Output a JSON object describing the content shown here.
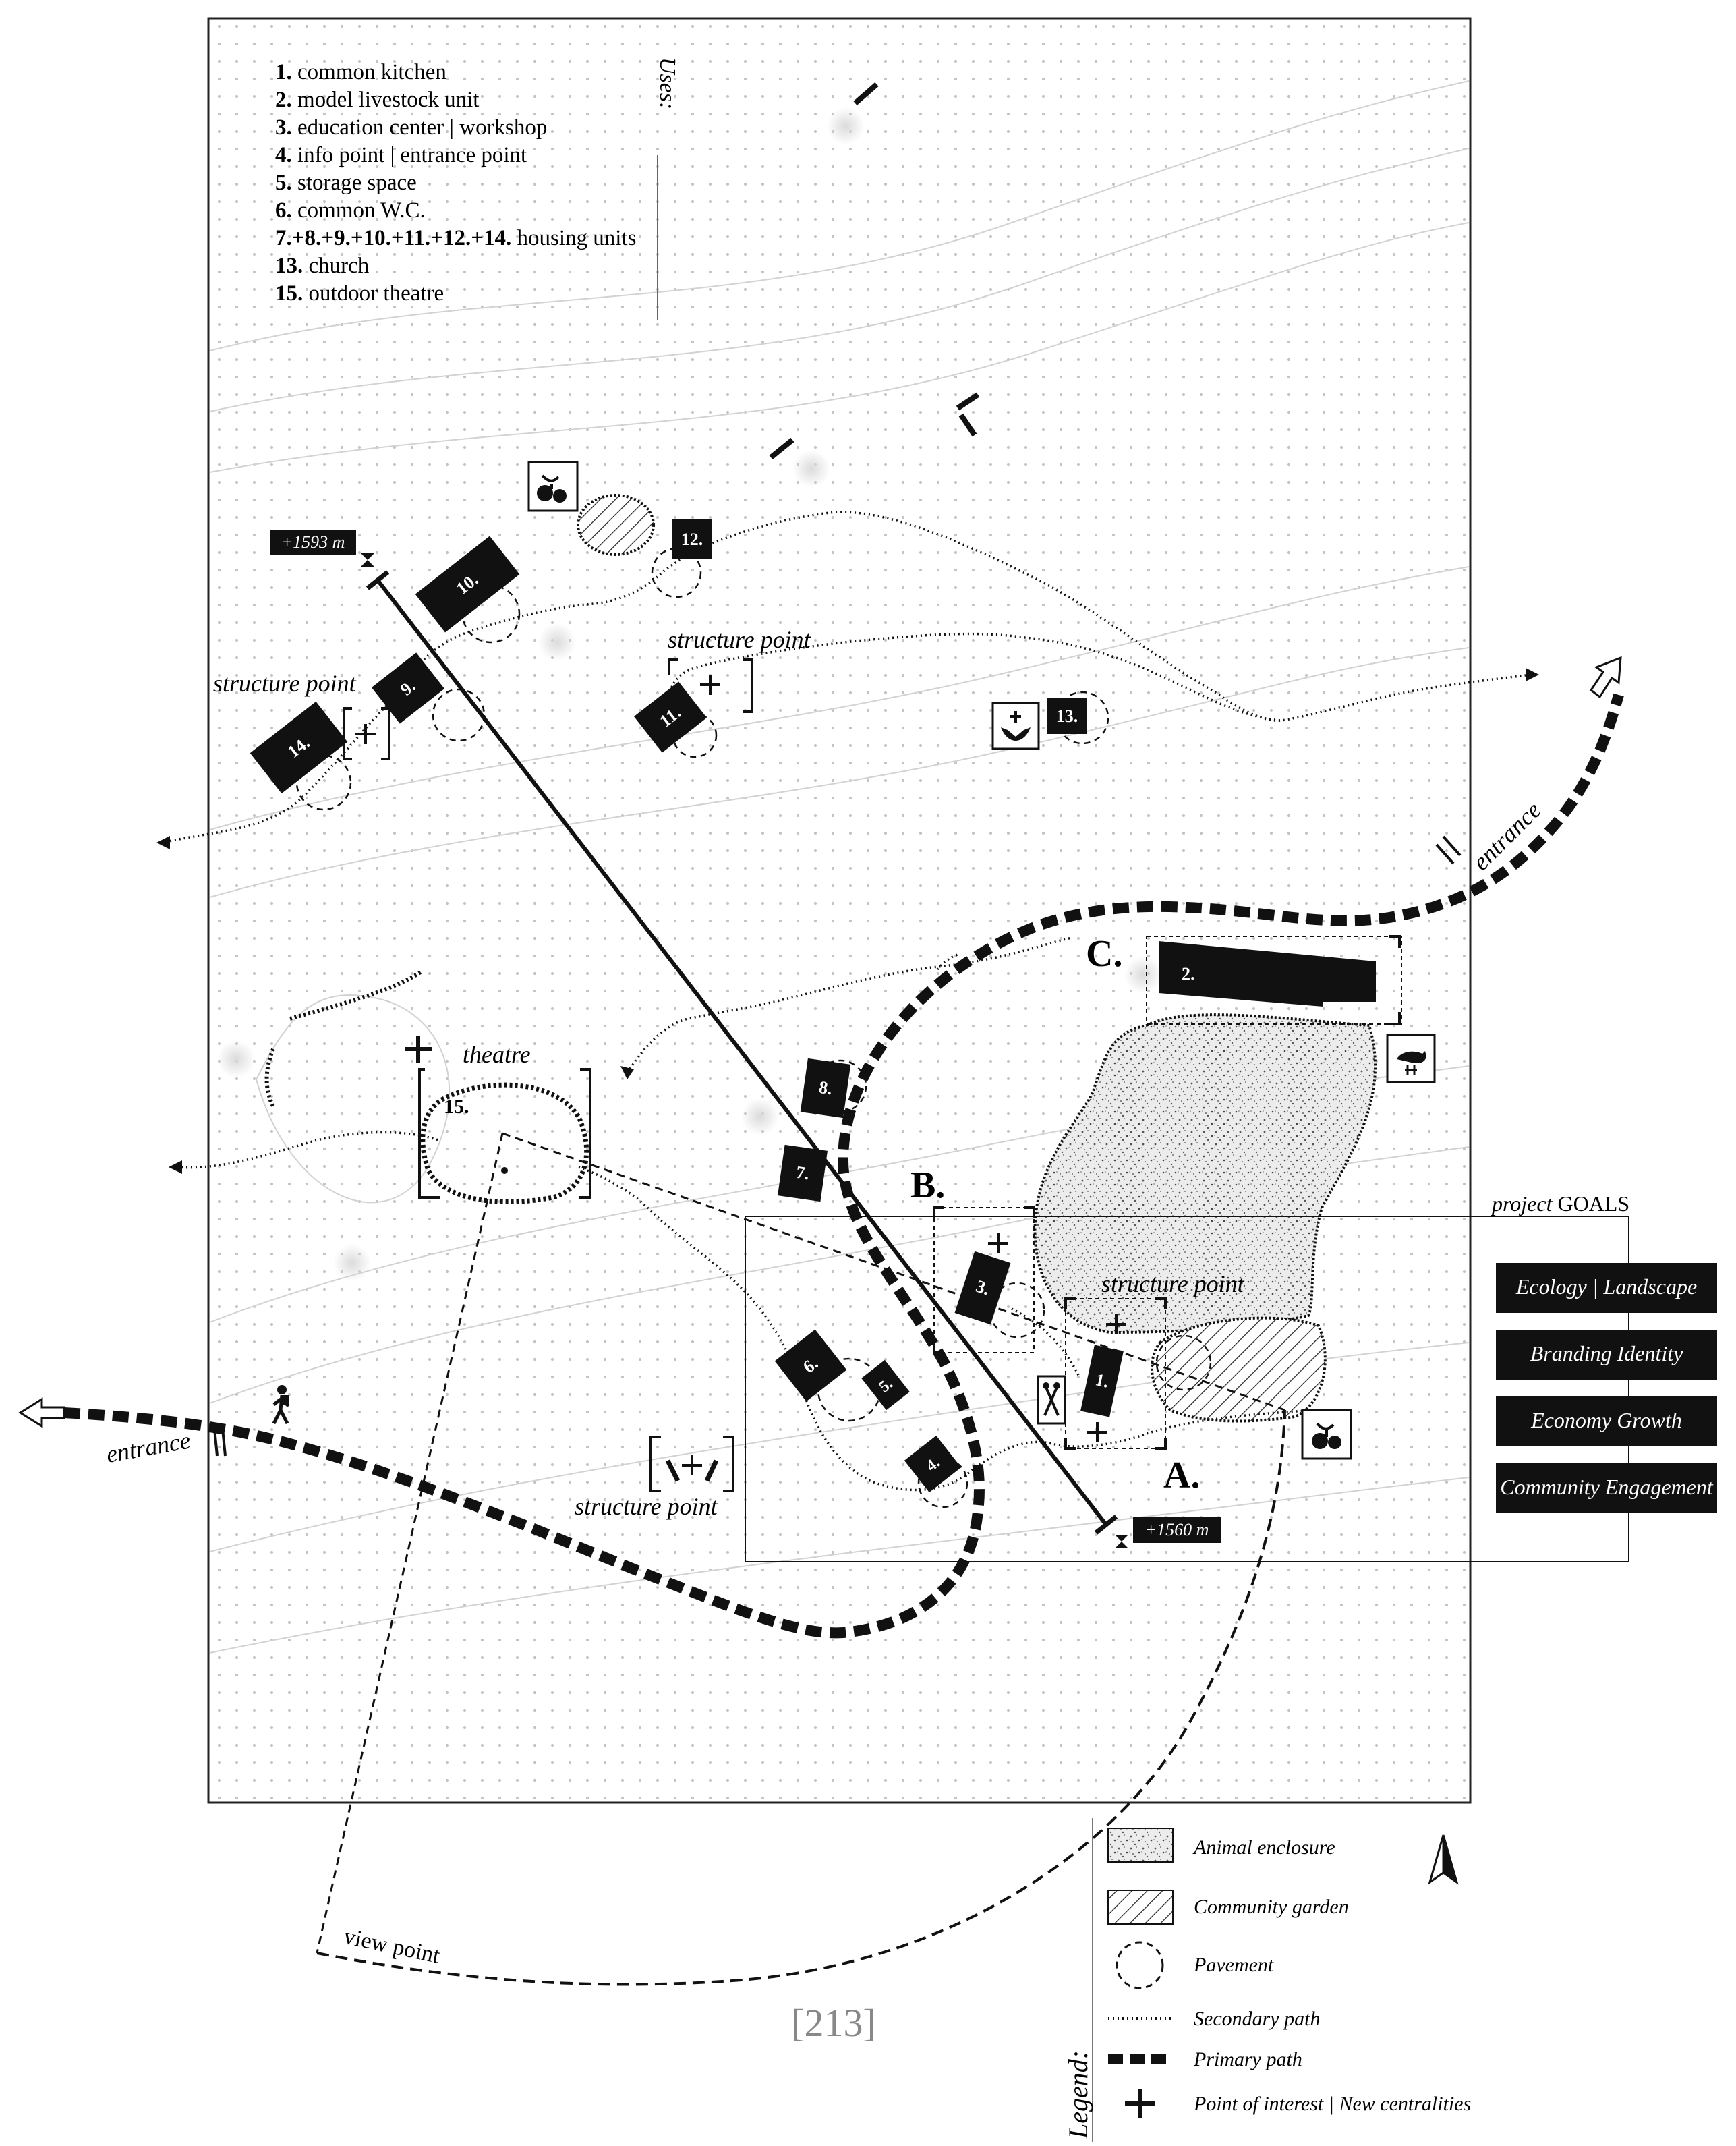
{
  "uses": {
    "heading": "Uses:",
    "items": [
      {
        "num": "1.",
        "label": "common kitchen"
      },
      {
        "num": "2.",
        "label": "model livestock unit"
      },
      {
        "num": "3.",
        "label": "education center | workshop"
      },
      {
        "num": "4.",
        "label": "info point | entrance point"
      },
      {
        "num": "5.",
        "label": "storage space"
      },
      {
        "num": "6.",
        "label": "common W.C."
      },
      {
        "num": "7.+8.+9.+10.+11.+12.+14.",
        "label": "housing units"
      },
      {
        "num": "13.",
        "label": "church"
      },
      {
        "num": "15.",
        "label": "outdoor theatre"
      }
    ]
  },
  "elevations": {
    "top": "+1593 m",
    "bottom": "+1560 m"
  },
  "labels": {
    "structure_point": "structure point",
    "theatre": "theatre",
    "entrance": "entrance",
    "view_point": "view point",
    "zone_a": "A.",
    "zone_b": "B.",
    "zone_c": "C."
  },
  "buildings": [
    "1.",
    "2.",
    "3.",
    "4.",
    "5.",
    "6.",
    "7.",
    "8.",
    "9.",
    "10.",
    "11.",
    "12.",
    "13.",
    "14.",
    "15."
  ],
  "goals": {
    "title_italic": "project",
    "title": "GOALS",
    "items": [
      "Ecology | Landscape",
      "Branding Identity",
      "Economy Growth",
      "Community Engagement"
    ]
  },
  "legend": {
    "heading": "Legend:",
    "items": [
      "Animal enclosure",
      "Community garden",
      "Pavement",
      "Secondary path",
      "Primary path",
      "Point of interest | New centralities"
    ]
  },
  "page_number": "[213]",
  "icons": [
    "garden-icon",
    "church-icon",
    "livestock-icon",
    "tools-icon",
    "hiker-icon",
    "north-arrow-icon",
    "elevation-marker-icon"
  ],
  "colors": {
    "ink": "#111111",
    "contour": "#cfcfcf",
    "dots": "#bdbdbd",
    "enclosure": "#e6e6e6"
  }
}
